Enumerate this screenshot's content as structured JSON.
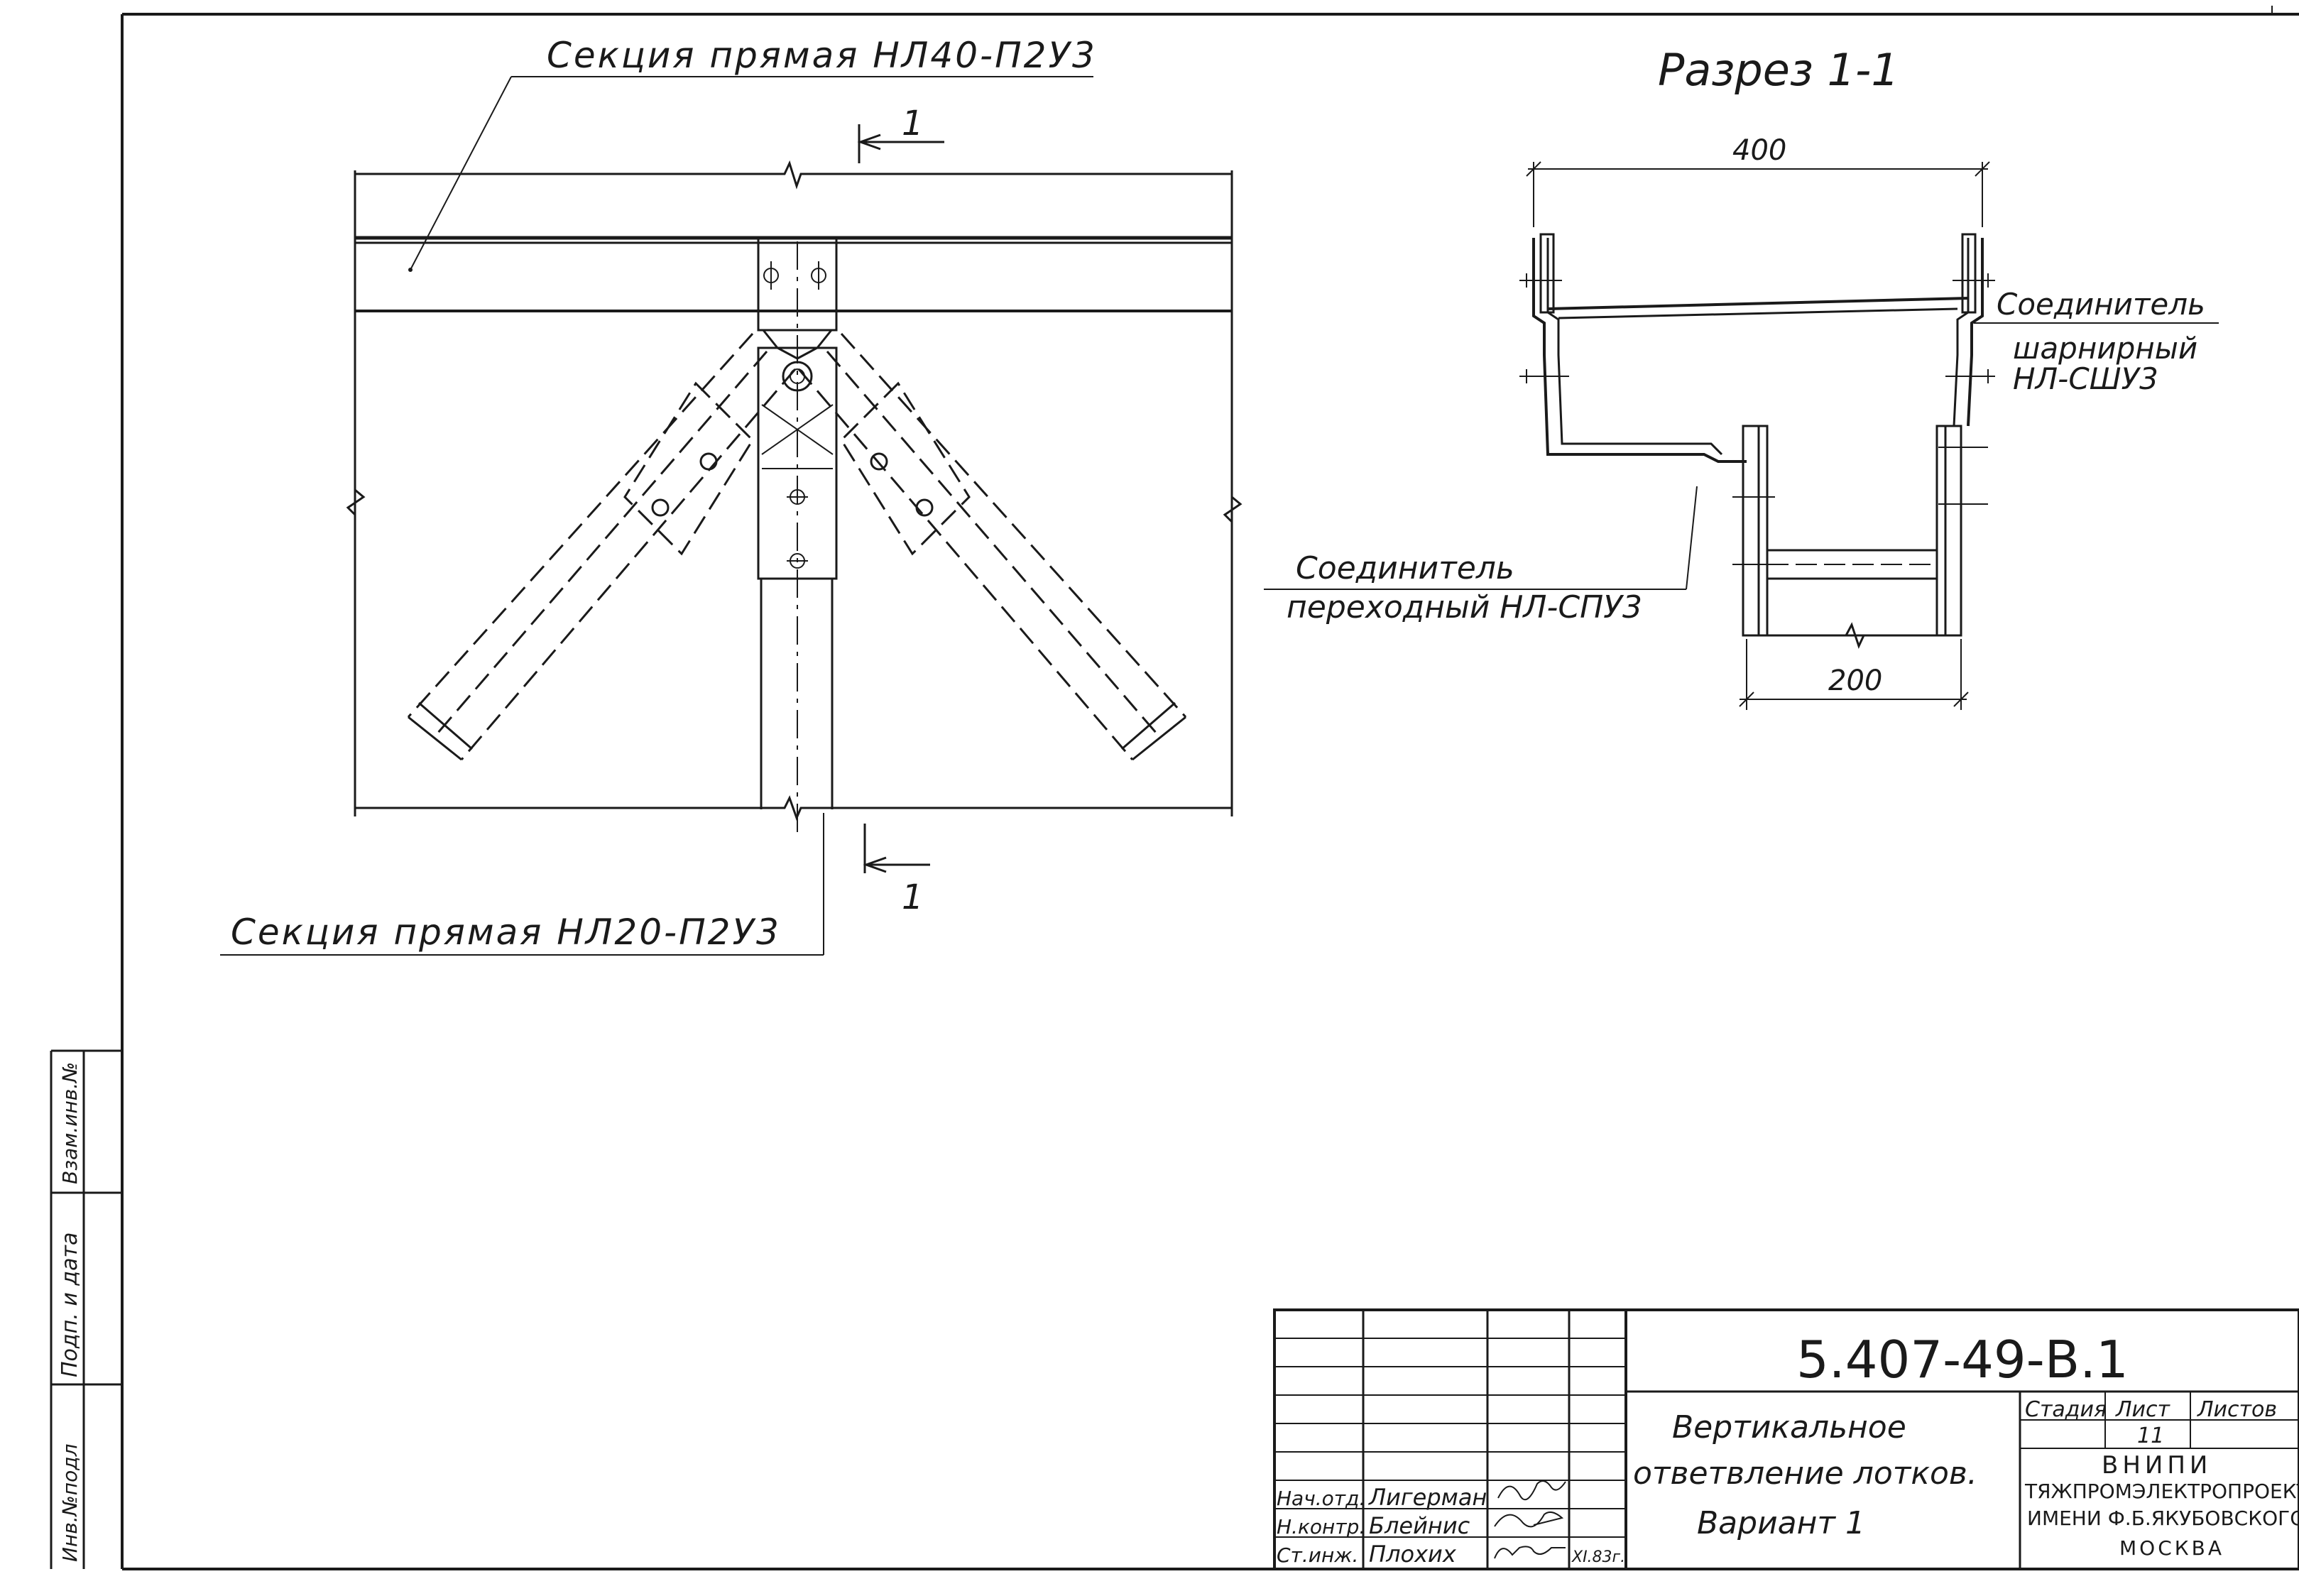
{
  "labels": {
    "section_top": "Секция прямая НЛ40-П2У3",
    "section_bottom": "Секция прямая НЛ20-П2У3",
    "section_mark": "1",
    "cut_title": "Разрез 1-1",
    "dim_top": "400",
    "dim_bottom": "200",
    "hinge_l1": "Соединитель",
    "hinge_l2": "шарнирный",
    "hinge_l3": "НЛ-СШУ3",
    "trans_l1": "Соединитель",
    "trans_l2": "переходный НЛ-СПУ3"
  },
  "side": {
    "f1": "Инв.№подл",
    "f2": "Подп. и дата",
    "f3": "Взам.инв.№"
  },
  "title_block": {
    "code": "5.407-49-В.1",
    "desc1": "Вертикальное",
    "desc2": "ответвление лотков.",
    "desc3": "Вариант 1",
    "h_stage": "Стадия",
    "h_sheet": "Лист",
    "h_sheets": "Листов",
    "sheet_no": "11",
    "org1": "ВНИПИ",
    "org2": "ТЯЖПРОМЭЛЕКТРОПРОЕКТ",
    "org3": "ИМЕНИ Ф.Б.ЯКУБОВСКОГО",
    "org4": "МОСКВА",
    "role1": "Нач.отд.",
    "role2": "Н.контр.",
    "role3": "Ст.инж.",
    "name1": "Лигерман",
    "name2": "Блейнис",
    "name3": "Плохих",
    "date": "XI.83г."
  }
}
